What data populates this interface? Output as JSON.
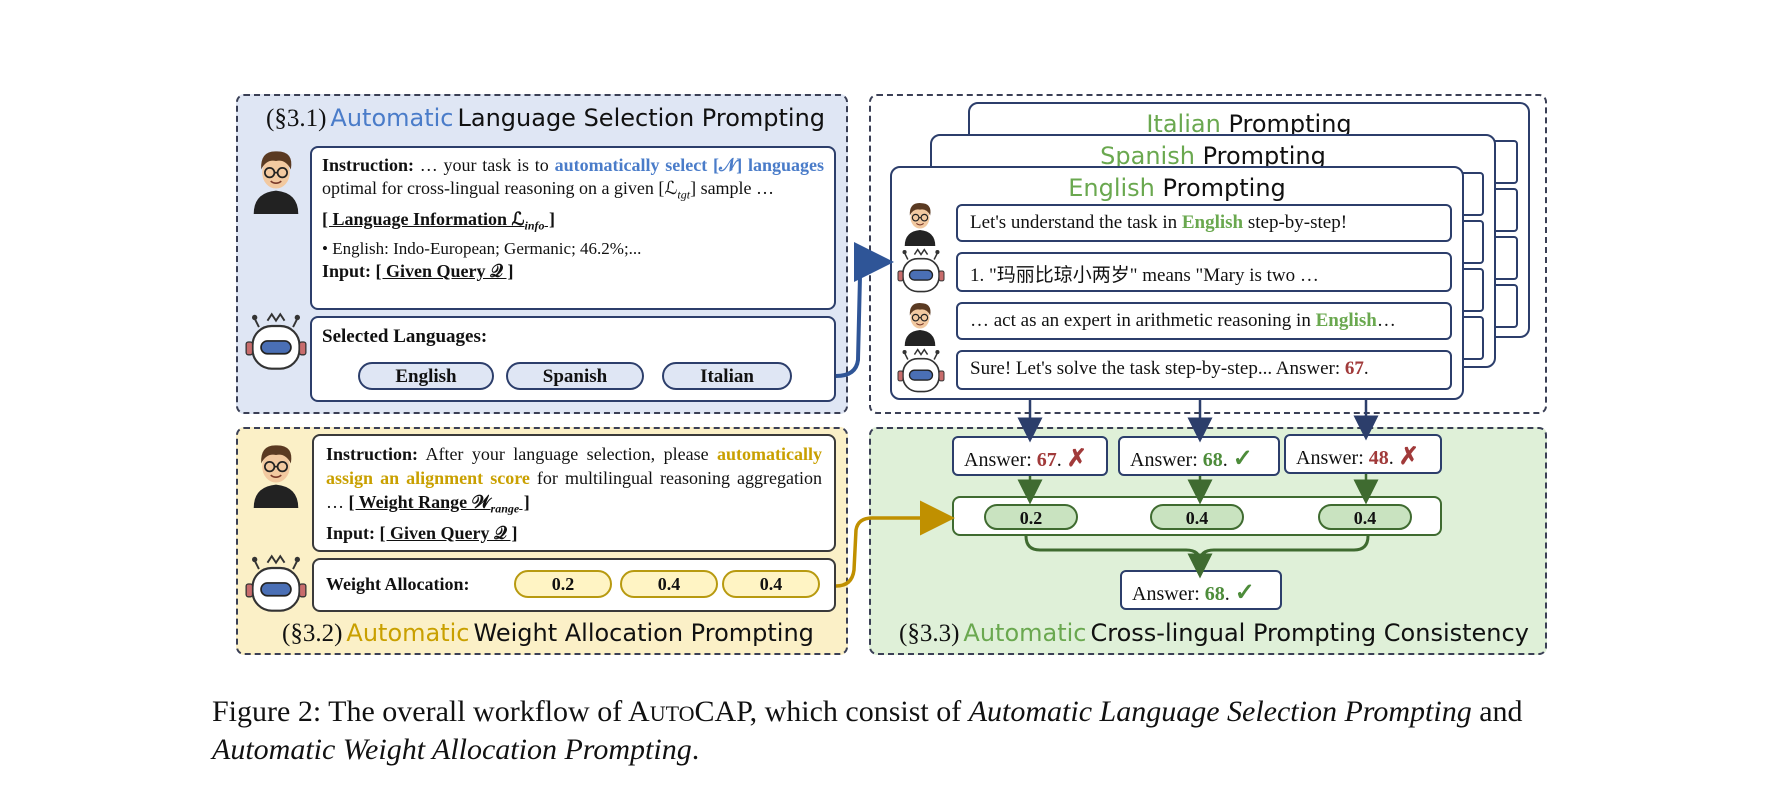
{
  "colors": {
    "blue": "#4a7cc9",
    "gold": "#c9a000",
    "green": "#6aa84f",
    "red": "#a13a3a",
    "navy": "#2c3e6b"
  },
  "s31": {
    "section": "(§3.1)",
    "auto": "Automatic",
    "rest": "Language Selection Prompting",
    "instr_label": "Instruction:",
    "instr_a": "… your task is to",
    "instr_b": "automatically select",
    "instr_n": "[𝒩] languages",
    "instr_c": "optimal for cross-lingual reasoning on a given",
    "instr_l": "[ℒ",
    "instr_l_sub": "tgt",
    "instr_l_end": "]",
    "instr_d": "sample …",
    "lang_info": "[ Language Information ℒ",
    "lang_info_sub": "info",
    "lang_info_end": " ]",
    "bullet": "•   English: Indo-European; Germanic; 46.2%;...",
    "input_label": "Input:",
    "input_val": "[ Given Query 𝒬 ]",
    "selected_label": "Selected Languages:",
    "langs": [
      "English",
      "Spanish",
      "Italian"
    ]
  },
  "s32": {
    "section": "(§3.2)",
    "auto": "Automatic",
    "rest": "Weight Allocation Prompting",
    "instr_label": "Instruction:",
    "instr_a": "After your language selection, please",
    "instr_b": "automatically assign an alignment score",
    "instr_c": "for multilingual reasoning aggregation …",
    "weight_range": "[ Weight Range 𝒲",
    "weight_range_sub": "range",
    "weight_range_end": " ]",
    "input_label": "Input:",
    "input_val": "[ Given Query 𝒬 ]",
    "alloc_label": "Weight Allocation:",
    "weights": [
      "0.2",
      "0.4",
      "0.4"
    ]
  },
  "prompt": {
    "cards": [
      {
        "lang": "Italian",
        "suffix": "Prompting"
      },
      {
        "lang": "Spanish",
        "suffix": "Prompting"
      },
      {
        "lang": "English",
        "suffix": "Prompting"
      }
    ],
    "line1_a": "Let's understand the task in",
    "line1_lang": "English",
    "line1_b": "step-by-step!",
    "line2": "1.   \"玛丽比琼小两岁\" means \"Mary is two …",
    "line3_a": "… act as an expert in arithmetic reasoning in",
    "line3_lang": "English",
    "line3_b": "…",
    "line4_a": "Sure! Let's solve the task step-by-step... Answer:",
    "line4_num": "67",
    "line4_end": "."
  },
  "s33": {
    "section": "(§3.3)",
    "auto": "Automatic",
    "rest": "Cross-lingual Prompting Consistency",
    "answer_label": "Answer:",
    "answers": [
      {
        "num": "67",
        "ok": false
      },
      {
        "num": "68",
        "ok": true
      },
      {
        "num": "48",
        "ok": false
      }
    ],
    "weights": [
      "0.2",
      "0.4",
      "0.4"
    ],
    "final_num": "68"
  },
  "caption": {
    "lead": "Figure 2: The overall workflow of A",
    "small": "UTO",
    "cap": "CAP, which consist of",
    "it1": "Automatic Language Selection Prompting",
    "and": "and",
    "it2": "Automatic Weight Allocation Prompting",
    "end": "."
  }
}
